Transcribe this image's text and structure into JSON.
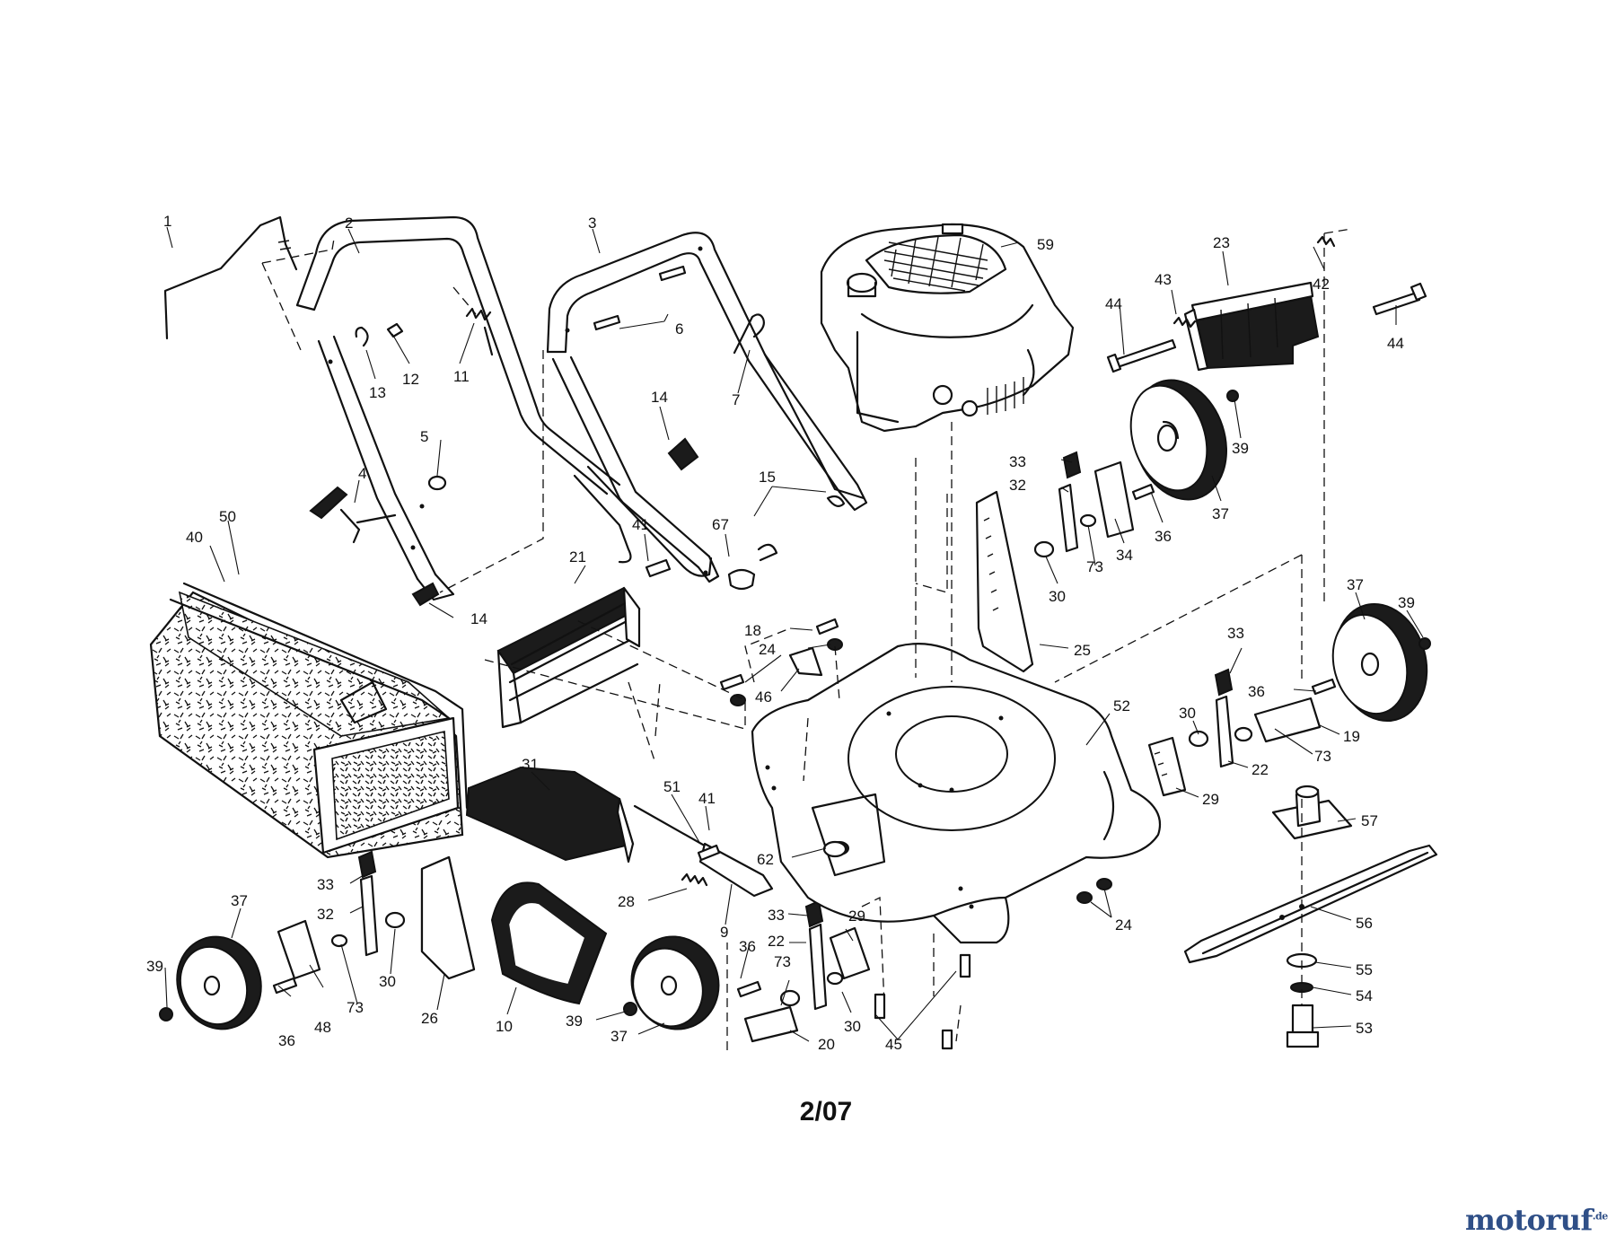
{
  "diagram": {
    "date_code": "2/07",
    "watermark": {
      "text": "motoruf",
      "suffix": ".de"
    },
    "callouts": [
      {
        "id": "c1",
        "text": "1"
      },
      {
        "id": "c2",
        "text": "2"
      },
      {
        "id": "c3",
        "text": "3"
      },
      {
        "id": "c6",
        "text": "6"
      },
      {
        "id": "c7",
        "text": "7"
      },
      {
        "id": "c11",
        "text": "11"
      },
      {
        "id": "c12",
        "text": "12"
      },
      {
        "id": "c13",
        "text": "13"
      },
      {
        "id": "c14a",
        "text": "14"
      },
      {
        "id": "c14b",
        "text": "14"
      },
      {
        "id": "c5",
        "text": "5"
      },
      {
        "id": "c4",
        "text": "4"
      },
      {
        "id": "c50",
        "text": "50"
      },
      {
        "id": "c40",
        "text": "40"
      },
      {
        "id": "c21",
        "text": "21"
      },
      {
        "id": "c41a",
        "text": "41"
      },
      {
        "id": "c67",
        "text": "67"
      },
      {
        "id": "c15",
        "text": "15"
      },
      {
        "id": "c59",
        "text": "59"
      },
      {
        "id": "c23",
        "text": "23"
      },
      {
        "id": "c42",
        "text": "42"
      },
      {
        "id": "c43",
        "text": "43"
      },
      {
        "id": "c44a",
        "text": "44"
      },
      {
        "id": "c44b",
        "text": "44"
      },
      {
        "id": "c39a",
        "text": "39"
      },
      {
        "id": "c37a",
        "text": "37"
      },
      {
        "id": "c33a",
        "text": "33"
      },
      {
        "id": "c32a",
        "text": "32"
      },
      {
        "id": "c36a",
        "text": "36"
      },
      {
        "id": "c34",
        "text": "34"
      },
      {
        "id": "c73a",
        "text": "73"
      },
      {
        "id": "c30a",
        "text": "30"
      },
      {
        "id": "c25",
        "text": "25"
      },
      {
        "id": "c18",
        "text": "18"
      },
      {
        "id": "c24a",
        "text": "24"
      },
      {
        "id": "c46",
        "text": "46"
      },
      {
        "id": "c37b",
        "text": "37"
      },
      {
        "id": "c39b",
        "text": "39"
      },
      {
        "id": "c33b",
        "text": "33"
      },
      {
        "id": "c36b",
        "text": "36"
      },
      {
        "id": "c19",
        "text": "19"
      },
      {
        "id": "c73b",
        "text": "73"
      },
      {
        "id": "c52",
        "text": "52"
      },
      {
        "id": "c30b",
        "text": "30"
      },
      {
        "id": "c22a",
        "text": "22"
      },
      {
        "id": "c29a",
        "text": "29"
      },
      {
        "id": "c57",
        "text": "57"
      },
      {
        "id": "c56",
        "text": "56"
      },
      {
        "id": "c55",
        "text": "55"
      },
      {
        "id": "c54",
        "text": "54"
      },
      {
        "id": "c53",
        "text": "53"
      },
      {
        "id": "c31",
        "text": "31"
      },
      {
        "id": "c51",
        "text": "51"
      },
      {
        "id": "c41b",
        "text": "41"
      },
      {
        "id": "c62",
        "text": "62"
      },
      {
        "id": "c28",
        "text": "28"
      },
      {
        "id": "c9",
        "text": "9"
      },
      {
        "id": "c24b",
        "text": "24"
      },
      {
        "id": "c33c",
        "text": "33"
      },
      {
        "id": "c32b",
        "text": "32"
      },
      {
        "id": "c37c",
        "text": "37"
      },
      {
        "id": "c39c",
        "text": "39"
      },
      {
        "id": "c36c",
        "text": "36"
      },
      {
        "id": "c48",
        "text": "48"
      },
      {
        "id": "c73c",
        "text": "73"
      },
      {
        "id": "c30c",
        "text": "30"
      },
      {
        "id": "c26",
        "text": "26"
      },
      {
        "id": "c10",
        "text": "10"
      },
      {
        "id": "c39d",
        "text": "39"
      },
      {
        "id": "c37d",
        "text": "37"
      },
      {
        "id": "c33d",
        "text": "33"
      },
      {
        "id": "c22b",
        "text": "22"
      },
      {
        "id": "c36d",
        "text": "36"
      },
      {
        "id": "c73d",
        "text": "73"
      },
      {
        "id": "c29b",
        "text": "29"
      },
      {
        "id": "c30d",
        "text": "30"
      },
      {
        "id": "c20",
        "text": "20"
      },
      {
        "id": "c45",
        "text": "45"
      }
    ]
  }
}
